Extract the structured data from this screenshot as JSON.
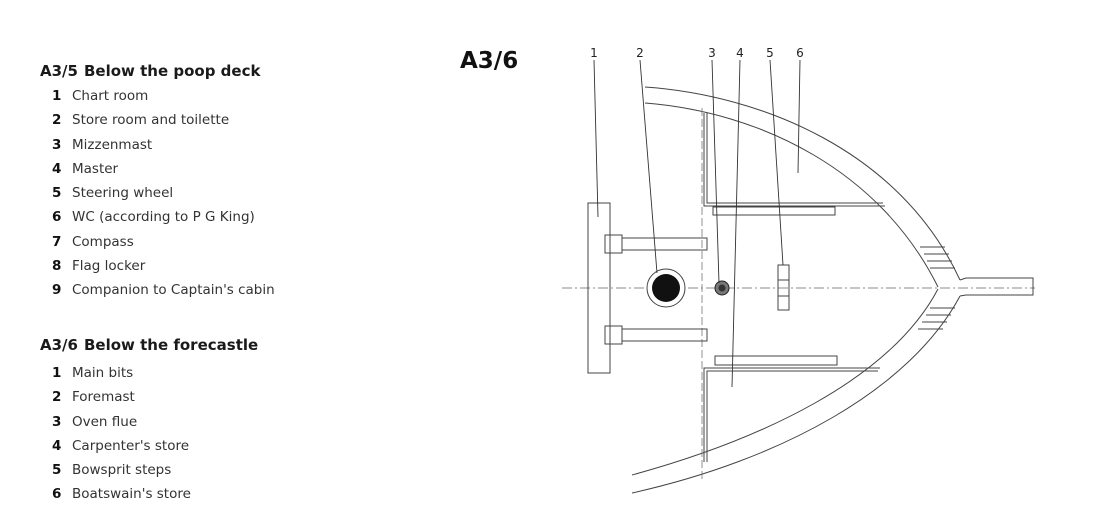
{
  "sections": [
    {
      "code": "A3/5",
      "title": "Below the poop deck",
      "items": [
        {
          "n": "1",
          "label": "Chart room"
        },
        {
          "n": "2",
          "label": "Store room and toilette"
        },
        {
          "n": "3",
          "label": "Mizzenmast"
        },
        {
          "n": "4",
          "label": "Master"
        },
        {
          "n": "5",
          "label": "Steering wheel"
        },
        {
          "n": "6",
          "label": "WC (according to P G King)"
        },
        {
          "n": "7",
          "label": "Compass"
        },
        {
          "n": "8",
          "label": "Flag locker"
        },
        {
          "n": "9",
          "label": "Companion to Captain's cabin"
        }
      ]
    },
    {
      "code": "A3/6",
      "title": "Below the forecastle",
      "items": [
        {
          "n": "1",
          "label": "Main bits"
        },
        {
          "n": "2",
          "label": "Foremast"
        },
        {
          "n": "3",
          "label": "Oven flue"
        },
        {
          "n": "4",
          "label": "Carpenter's store"
        },
        {
          "n": "5",
          "label": "Bowsprit steps"
        },
        {
          "n": "6",
          "label": "Boatswain's store"
        }
      ]
    }
  ],
  "figure": {
    "title": "A3/6",
    "callouts": [
      "1",
      "2",
      "3",
      "4",
      "5",
      "6"
    ]
  }
}
